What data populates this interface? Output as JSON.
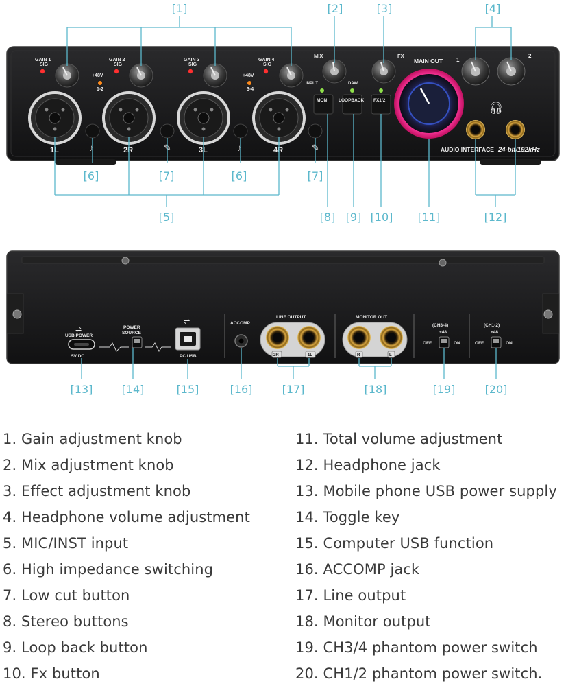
{
  "callouts": [
    "[1]",
    "[2]",
    "[3]",
    "[4]",
    "[5]",
    "[6]",
    "[7]",
    "[6]",
    "[7]",
    "[8]",
    "[9]",
    "[10]",
    "[11]",
    "[12]",
    "[13]",
    "[14]",
    "[15]",
    "[16]",
    "[17]",
    "[18]",
    "[19]",
    "[20]"
  ],
  "front_panel": {
    "gain_labels": [
      "GAIN 1",
      "GAIN 2",
      "GAIN 3",
      "GAIN 4"
    ],
    "sig_label": "SIG",
    "phantom_labels": [
      {
        "top": "+48V",
        "bottom": "1-2"
      },
      {
        "top": "+48V",
        "bottom": "3-4"
      }
    ],
    "mix_label": "MIX",
    "input_label": "INPUT",
    "daw_label": "DAW",
    "fx_label": "FX",
    "main_out_label": "MAIN OUT",
    "headphone_labels": [
      "1",
      "2"
    ],
    "channel_labels": [
      "1L",
      "2R",
      "3L",
      "4R"
    ],
    "button_labels": [
      "MON",
      "LOOPBACK",
      "FX1/2"
    ],
    "brand_text": "AUDIO INTERFACE",
    "spec_text": "24-bit/192kHz"
  },
  "back_panel": {
    "usb_power_label": "USB POWER",
    "dc_label": "5V DC",
    "power_source_label": [
      "POWER",
      "SOURCE"
    ],
    "pc_usb_label": "PC USB",
    "accomp_label": "ACCOMP",
    "line_output_label": "LINE OUTPUT",
    "line_jack_labels": [
      "2R",
      "1L"
    ],
    "monitor_out_label": "MONITOR OUT",
    "monitor_jack_labels": [
      "R",
      "L"
    ],
    "switch_ch34": [
      "(CH3-4)",
      "+48"
    ],
    "switch_ch12": [
      "(CH1-2)",
      "+48"
    ],
    "off_label": "OFF",
    "on_label": "ON"
  },
  "legend": [
    "1. Gain adjustment knob",
    "2. Mix adjustment knob",
    "3. Effect adjustment knob",
    "4. Headphone volume adjustment",
    "5. MIC/INST input",
    "6. High impedance switching",
    "7. Low cut button",
    "8. Stereo buttons",
    "9. Loop back button",
    "10. Fx button",
    "11. Total volume adjustment",
    "12. Headphone jack",
    "13. Mobile phone USB power supply",
    "14. Toggle key",
    "15. Computer USB function",
    "16. ACCOMP jack",
    "17. Line output",
    "18. Monitor output",
    "19. CH3/4 phantom power switch",
    "20. CH1/2 phantom power switch."
  ],
  "colors": {
    "callout": "#5cb8cc",
    "panel": "#1b1b1d",
    "ring": "#e0e0e0",
    "led_red": "#ff3030",
    "led_orange": "#ff8a1a",
    "led_green": "#8fe04a",
    "main_knob_ring": "#ff2a8a",
    "main_knob_glow": "#3f7dff"
  }
}
